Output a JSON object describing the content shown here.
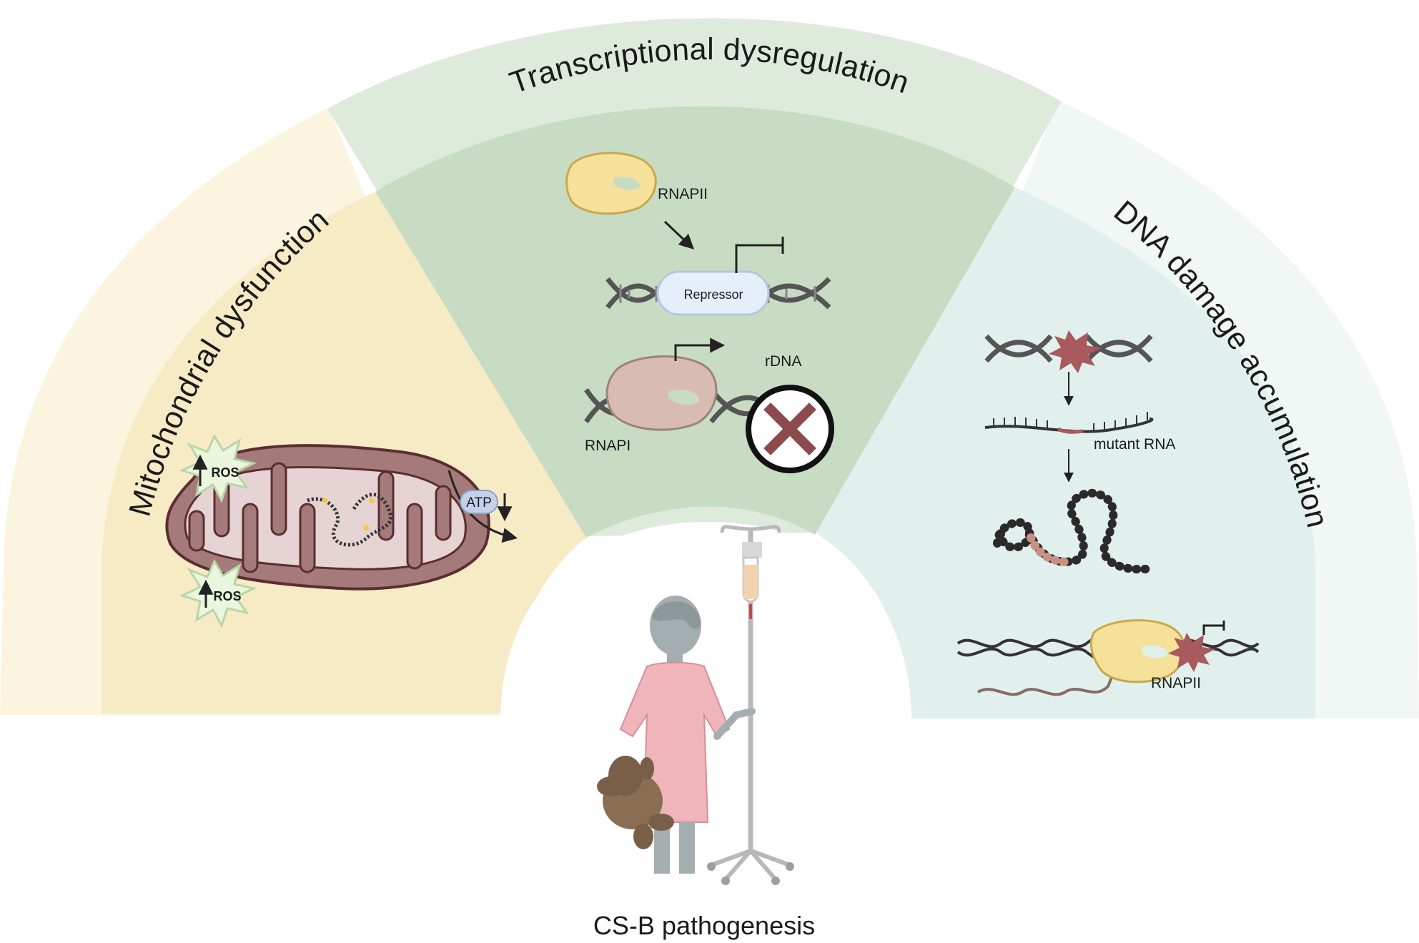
{
  "title": "CS-B pathogenesis",
  "sectors": {
    "left": {
      "title": "Mitochondrial dysfunction",
      "labels": {
        "ros_top": "ROS",
        "ros_bottom": "ROS",
        "atp": "ATP"
      }
    },
    "middle": {
      "title": "Transcriptional dysregulation",
      "labels": {
        "rnapii": "RNAPII",
        "repressor": "Repressor",
        "rdna": "rDNA",
        "rnapi": "RNAPI"
      }
    },
    "right": {
      "title": "DNA damage accumulation",
      "labels": {
        "mutant_rna": "mutant RNA",
        "rnapii": "RNAPII"
      }
    }
  },
  "colors": {
    "left_outer": "#fbf5df",
    "left_inner": "#f7ebc6",
    "middle_outer": "#deebdc",
    "middle_inner": "#c8dcc4",
    "right_outer": "#f1f7f4",
    "right_inner": "#e1f0ec",
    "mito_outer": "#a57a7a",
    "mito_inner": "#e6d4d4",
    "polymerase_yellow": "#f6e19a",
    "polymerase_pink": "#d8bcb2",
    "damage_red": "#a85a5c",
    "block_x": "#8c4a4c"
  },
  "icons": [
    "ros-burst-icon",
    "atp-badge-icon",
    "rnapii-icon",
    "repressor-icon",
    "rnapi-icon",
    "block-x-icon",
    "damage-burst-icon",
    "patient-icon",
    "iv-pole-icon",
    "teddy-bear-icon"
  ]
}
